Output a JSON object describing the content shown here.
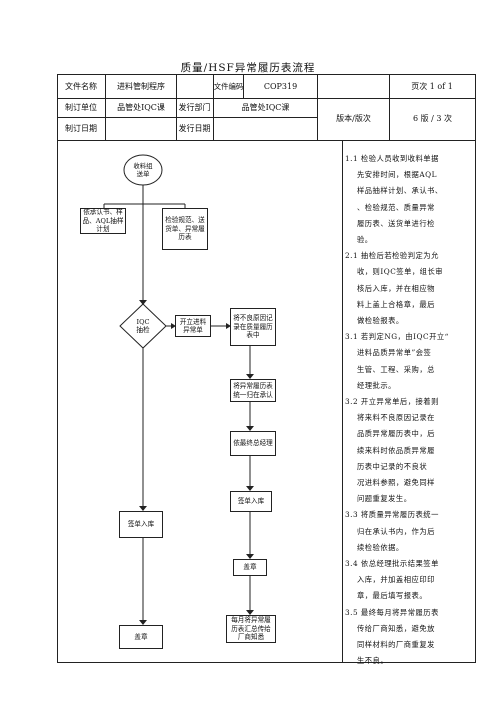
{
  "document": {
    "title": "质量/HSF异常履历表流程"
  },
  "header": {
    "file_name_label": "文件名称",
    "file_name_value": "进料管制程序",
    "file_code_label": "文件编码",
    "file_code_value": "COP319",
    "page_label": "页次 1 of  1",
    "drafter_label": "制订单位",
    "drafter_value": "品管处IQC课",
    "issuer_label": "发行部门",
    "issuer_value": "品管处IQC课",
    "version_label": "版本/版次",
    "version_value": "6 版 / 3 次",
    "date_label": "制订日期",
    "issue_date_label": "发行日期"
  },
  "flowchart": {
    "start": "收料组\n送单",
    "basis": "依承认书、样品、AQL抽样计划",
    "records": "检验规范、送货单、异常履历表",
    "decision": "IQC\n抽检",
    "open_sheet": "开立进料\n异常单",
    "record_history": "将不良原因记录在质量履历表中",
    "merge_history": "将异常履历表统一归在承认",
    "gm_approve": "依最终总经理",
    "sign_store_right": "签单入库",
    "sign_store_left": "签单入库",
    "stamp_right": "盖章",
    "stamp_left": "盖章",
    "monthly_summary": "每月将异常履历表汇总传给厂商知悉"
  },
  "procedure": [
    "1.1 检验人员收到收料单据",
    "    先安排时间，根据AQL",
    "    样品抽样计划、承认书、",
    "    、检验规范、质量异常",
    "    履历表、送货单进行检",
    "    验。",
    "2.1 抽检后若检验判定为允",
    "    收，则IQC签单，组长审",
    "    核后入库，并在相应物",
    "    料上盖上合格章，最后",
    "    做检验报表。",
    "3.1 若判定NG，由IQC开立“",
    "    进料品质异常单”会签",
    "    生管、工程、采购，总",
    "    经理批示。",
    "3.2 开立异常单后，接着则",
    "    将来料不良原因记录在",
    "    品质异常履历表中，后",
    "    续来料时依品质异常履",
    "    历表中记录的不良状",
    "    况进料参照，避免同样",
    "    问题重复发生。",
    "3.3 将质量异常履历表统一",
    "    归在承认书内，作为后",
    "    续检验依据。",
    "3.4 依总经理批示结果签单",
    "    入库，并加盖相应印印",
    "    章，最后填写报表。",
    "3.5 最终每月将异常履历表",
    "    传给厂商知悉，避免放",
    "    同样材料的厂商重复发",
    "    生不良。"
  ]
}
